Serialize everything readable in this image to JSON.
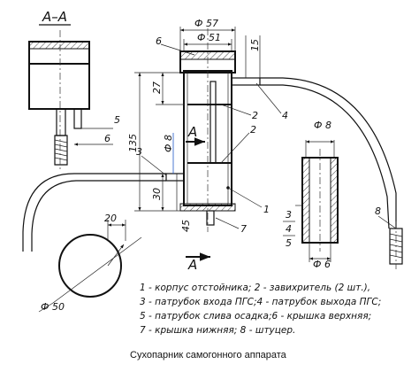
{
  "section_label": "А–А",
  "dimensions": {
    "d57": "Ф 57",
    "d51": "Ф 51",
    "d15": "15",
    "d27": "27",
    "d135": "135",
    "d8_side": "Ф 8",
    "d30": "30",
    "d45": "45",
    "d6_left": "6",
    "d20": "20",
    "d50": "Ф 50",
    "d8_cap": "Ф 8",
    "d6_cap": "Ф 6",
    "d3": "3",
    "d4": "4",
    "d5": "5"
  },
  "callouts": {
    "n1": "1",
    "n2a": "2",
    "n2b": "2",
    "n3": "3",
    "n4": "4",
    "n5": "5",
    "n6": "6",
    "n7": "7",
    "n8": "8",
    "a_top": "А",
    "a_bottom": "А"
  },
  "legend": [
    "1 - корпус отстойника; 2 - завихритель (2 шт.),",
    "3 - патрубок входа ПГС;4 - патрубок выхода ПГС;",
    "5 - патрубок слива осадка;6 - крышка верхняя;",
    "7 - крышка нижняя; 8 - штуцер."
  ],
  "caption": "Сухопарник самогонного аппарата"
}
